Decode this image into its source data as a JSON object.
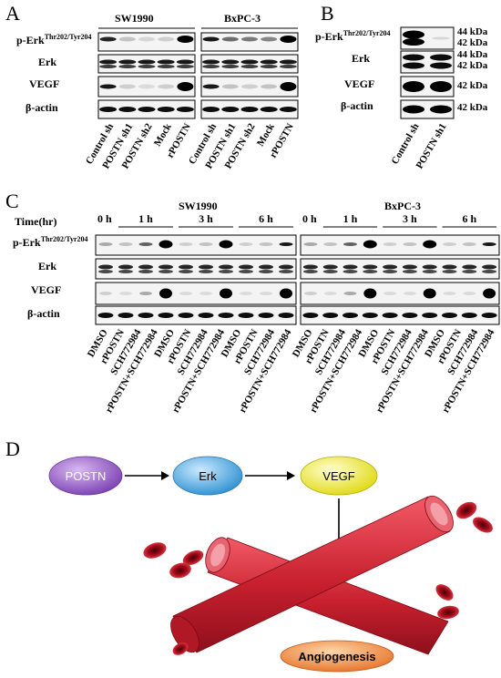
{
  "panels": {
    "a": "A",
    "b": "B",
    "c": "C",
    "d": "D"
  },
  "panel_a": {
    "cell_lines": [
      "SW1990",
      "BxPC-3"
    ],
    "rows": [
      "p-Erk",
      "Erk",
      "VEGF",
      "β-actin"
    ],
    "phospho_sup": "Thr202/Tyr204",
    "lanes": [
      "Control sh",
      "POSTN sh1",
      "POSTN sh2",
      "Mock",
      "rPOSTN",
      "Control sh",
      "POSTN sh1",
      "POSTN sh2",
      "Mock",
      "rPOSTN"
    ]
  },
  "panel_b": {
    "rows": [
      "p-Erk",
      "Erk",
      "VEGF",
      "β-actin"
    ],
    "phospho_sup": "Thr202/Tyr204",
    "sizes": [
      [
        "44 kDa",
        "42 kDa"
      ],
      [
        "44 kDa",
        "42 kDa"
      ],
      [
        "42 kDa"
      ],
      [
        "42 kDa"
      ]
    ],
    "lanes": [
      "Control sh",
      "POSTN sh1"
    ]
  },
  "panel_c": {
    "cell_lines": [
      "SW1990",
      "BxPC-3"
    ],
    "time_label": "Time(hr)",
    "times": [
      "0 h",
      "1 h",
      "3 h",
      "6 h"
    ],
    "rows": [
      "p-Erk",
      "Erk",
      "VEGF",
      "β-actin"
    ],
    "phospho_sup": "Thr202/Tyr204",
    "lanes": [
      "DMSO",
      "rPOSTN",
      "SCH772984",
      "rPOSTN+SCH772984",
      "DMSO",
      "rPOSTN",
      "SCH772984",
      "rPOSTN+SCH772984",
      "DMSO",
      "rPOSTN",
      "SCH772984",
      "rPOSTN+SCH772984"
    ]
  },
  "panel_d": {
    "nodes": [
      "POSTN",
      "Erk",
      "VEGF"
    ],
    "outcome": "Angiogenesis",
    "colors": {
      "postn": "#8a4fc0",
      "erk": "#3a9fd8",
      "vegf": "#e6e020",
      "outcome": "#e8702a",
      "vessel": "#c8202e"
    }
  }
}
